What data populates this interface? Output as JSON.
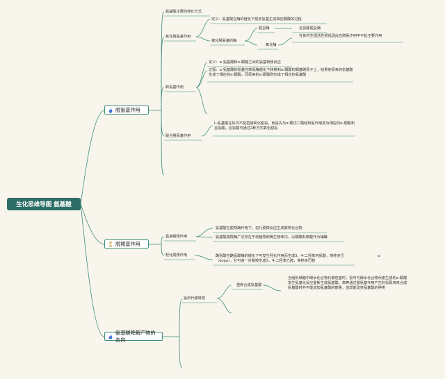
{
  "root": {
    "label": "生化思维导图 氨基酸"
  },
  "deamination": {
    "label": "脱氨基作用",
    "main_ways": "氨基酸主要的转化方式",
    "oxidative": {
      "label": "氧化脱氨基作用",
      "definition": "定义：氨基酸在酶的催化下脱去氨基生成相应酮酸的过程",
      "enzymes": "催化脱氨基的酶",
      "dehydrogenase": "脱氢酶",
      "glu_dehydrogenase": "谷氨酸脱氢酶",
      "oxidase": "氧化酶",
      "oxidase_note": "在体内生理活性很低因此在脱氨作用中不起主要作用"
    },
    "transamination": {
      "label": "转氨基作用",
      "definition": "定义：α-氨基酸和α-酮酸之间的氨基转移反应",
      "process": "过程：α-氨基酸的氨基在转氨酶催化下转移到α-酮酸的酮基碳原子上，结果使原来的氨基酸生成了相应的α-酮酸，而原来的α-酮酸则形成了相应的氨基酸"
    },
    "combined": {
      "label": "联合脱氨基作用",
      "text": "L-氨基酸在体内不能直接氧化脱氨，而是先与α-酮戊二酸经转氨作用变为相应的α-酮酸和谷氨酸，谷氨酸可通过2种方式氧化脱氨"
    }
  },
  "decarboxylation": {
    "label": "脱羧基作用",
    "direct": {
      "label": "直接脱羧作用",
      "text1": "氨基酸在脱羧酶作用下，进行脱羧反应生成胺类化合物",
      "text2": "氨基酸脱羧酶广泛存在于动植物和微生物体内，以磷酸吡哆醛作为辅酶"
    },
    "hydroxylation": {
      "label": "羟化脱羧作用",
      "text": "酪氨酸在酪氨酸酶的催化下可发生羟化作用而生成3，4-二羟苯丙氨酸，简称多巴（dopa），它可进一步脱羧生成3，4-二羟苯乙胺，简称多巴胺",
      "alpha": "α"
    }
  },
  "fate": {
    "label": "氨基酸降解产物的去向",
    "ammonia": {
      "label": "氨的代谢转变",
      "resynthesis": "重新合成氨基酸",
      "text": "当组织细胞中碳水化合物代谢旺盛时，氨可与碳水化合物代谢生成的α-酮酸发生氨基化反应重新生成氨基酸。高等通过脱氨基作用产生的氨再用来合成氨基酸时并不能增加氨基酸的数量，但却能改变氨基酸的种类"
    }
  },
  "colors": {
    "line": "#3f8f7f",
    "root_bg": "#2d6d67",
    "flame": "#3d6fd6",
    "hourglass": "#d9b86c"
  },
  "icons": {
    "deamination": "flame-icon",
    "decarboxylation": "hourglass-icon",
    "fate": "flame-icon"
  }
}
